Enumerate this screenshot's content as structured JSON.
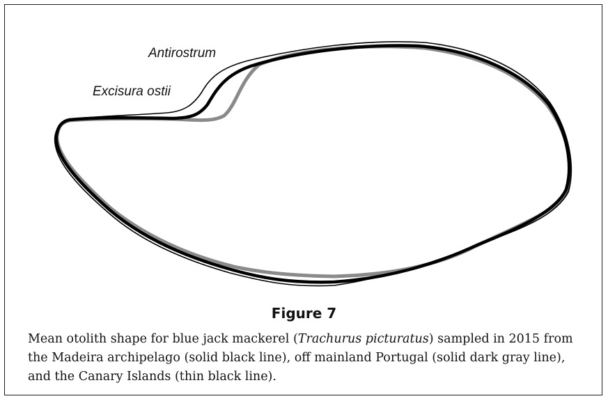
{
  "figure": {
    "labels": {
      "antirostrum": "Antirostrum",
      "excisura": "Excisura ostii"
    },
    "title": "Figure 7",
    "caption": {
      "before": "Mean otolith shape for blue jack mackerel (",
      "species": "Trachurus picturatus",
      "after": ") sampled in 2015 from the Madeira archipelago (solid black line), off mainland Portugal (solid dark gray line), and the Canary Islands (thin black line)."
    }
  },
  "colors": {
    "madeira": "#000000",
    "portugal": "#8a8a8a",
    "canary": "#000000"
  }
}
